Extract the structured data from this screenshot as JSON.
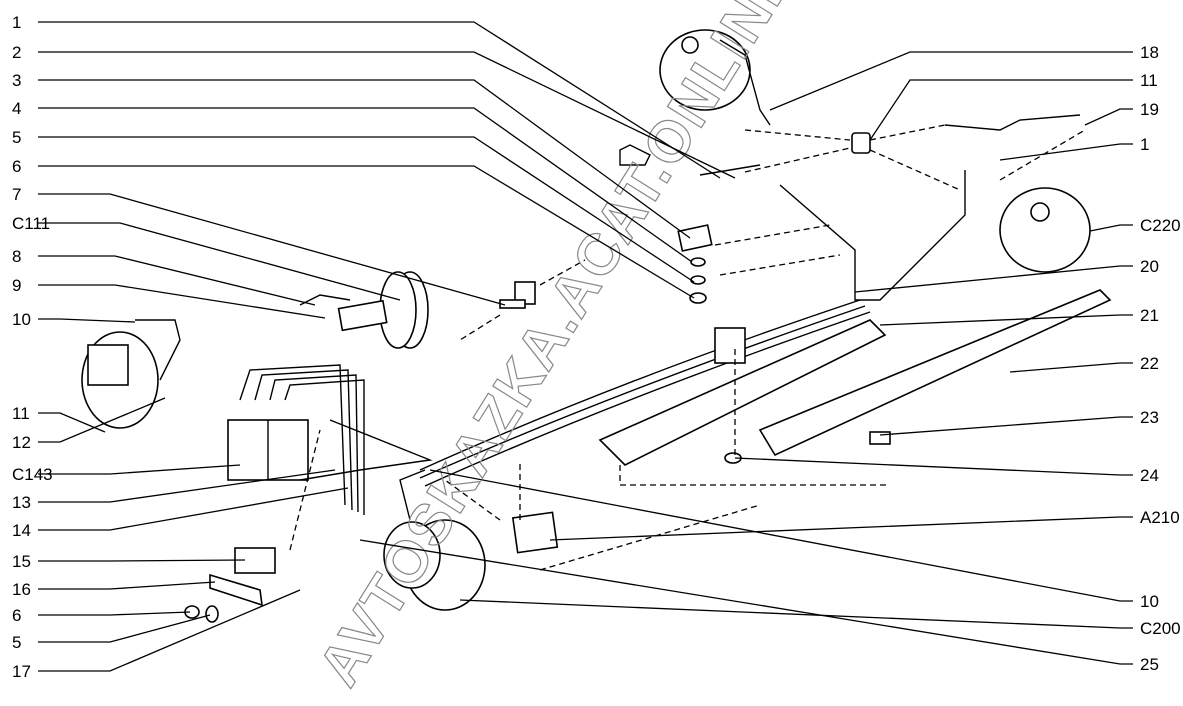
{
  "watermark": "AVTOSKAZKA.ACAT.ONLINE",
  "left_labels": [
    "1",
    "2",
    "3",
    "4",
    "5",
    "6",
    "7",
    "C111",
    "8",
    "9",
    "10",
    "11",
    "12",
    "C143",
    "13",
    "14",
    "15",
    "16",
    "6",
    "5",
    "17"
  ],
  "right_labels": [
    "18",
    "11",
    "19",
    "1",
    "C220",
    "20",
    "21",
    "22",
    "23",
    "24",
    "A210",
    "10",
    "C200",
    "25"
  ]
}
